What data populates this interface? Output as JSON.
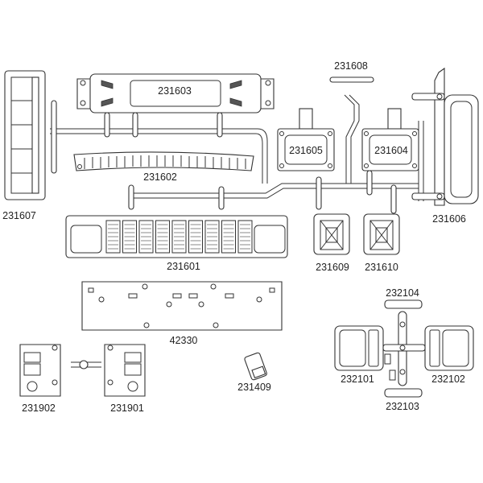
{
  "title": "Parts sprue diagram",
  "parts": [
    {
      "id": "p231608",
      "label": "231608"
    },
    {
      "id": "p231603",
      "label": "231603"
    },
    {
      "id": "p231607",
      "label": "231607"
    },
    {
      "id": "p231605",
      "label": "231605"
    },
    {
      "id": "p231604",
      "label": "231604"
    },
    {
      "id": "p231602",
      "label": "231602"
    },
    {
      "id": "p231606",
      "label": "231606"
    },
    {
      "id": "p231601",
      "label": "231601"
    },
    {
      "id": "p231609",
      "label": "231609"
    },
    {
      "id": "p231610",
      "label": "231610"
    },
    {
      "id": "p42330",
      "label": "42330"
    },
    {
      "id": "p232104",
      "label": "232104"
    },
    {
      "id": "p232101",
      "label": "232101"
    },
    {
      "id": "p232102",
      "label": "232102"
    },
    {
      "id": "p232103",
      "label": "232103"
    },
    {
      "id": "p231409",
      "label": "231409"
    },
    {
      "id": "p231902",
      "label": "231902"
    },
    {
      "id": "p231901",
      "label": "231901"
    }
  ]
}
